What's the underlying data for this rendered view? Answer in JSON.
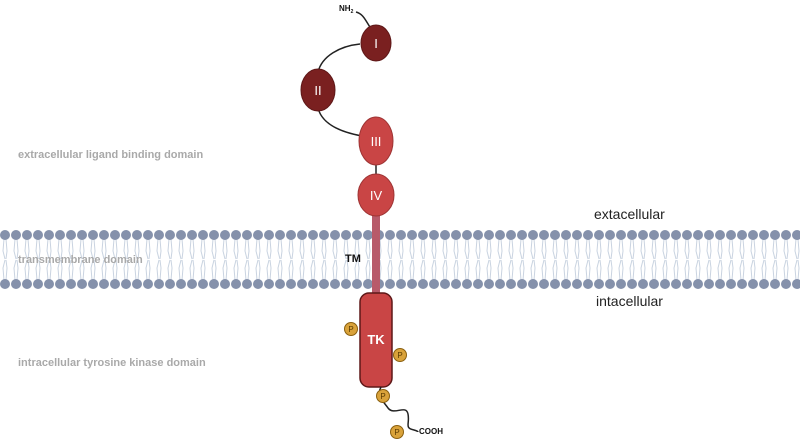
{
  "labels": {
    "extracellular_domain": "extracellular ligand binding domain",
    "transmembrane_domain": "transmembrane domain",
    "intracellular_domain": "intracellular tyrosine kinase domain",
    "extacellular": "extacellular",
    "intacellular": "intacellular"
  },
  "protein": {
    "n_terminus": "NH",
    "n_terminus_sub": "2",
    "c_terminus": "COOH",
    "domains": [
      "I",
      "II",
      "III",
      "IV"
    ],
    "tm": "TM",
    "tk": "TK",
    "phospho": "P"
  },
  "colors": {
    "dark_domain": "#7a2020",
    "light_domain": "#c94545",
    "tm_segment": "#b85a6a",
    "lipid_head": "#8591ab",
    "lipid_tail": "#c9d3e0",
    "phospho_fill": "#d9a23a"
  }
}
